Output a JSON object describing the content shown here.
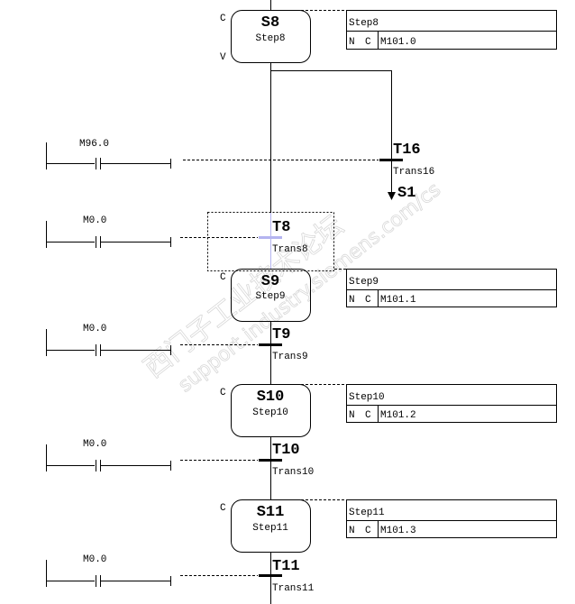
{
  "diagram": {
    "type": "sfc-graph",
    "colors": {
      "line": "#000000",
      "selected_transition": "#b4b4f0",
      "watermark": "#d8d8d8"
    },
    "steps": [
      {
        "id": "S8",
        "name": "Step8",
        "markers": [
          "C",
          "V"
        ],
        "action": {
          "name": "Step8",
          "qualifier": "N",
          "flag": "C",
          "address": "M101.0"
        }
      },
      {
        "id": "S9",
        "name": "Step9",
        "markers": [
          "C"
        ],
        "action": {
          "name": "Step9",
          "qualifier": "N",
          "flag": "C",
          "address": "M101.1"
        }
      },
      {
        "id": "S10",
        "name": "Step10",
        "markers": [
          "C"
        ],
        "action": {
          "name": "Step10",
          "qualifier": "N",
          "flag": "C",
          "address": "M101.2"
        }
      },
      {
        "id": "S11",
        "name": "Step11",
        "markers": [
          "C"
        ],
        "action": {
          "name": "Step11",
          "qualifier": "N",
          "flag": "C",
          "address": "M101.3"
        }
      }
    ],
    "transitions": [
      {
        "id": "T16",
        "name": "Trans16",
        "contact": "M96.0",
        "jump_target": "S1"
      },
      {
        "id": "T8",
        "name": "Trans8",
        "contact": "M0.0",
        "selected": true
      },
      {
        "id": "T9",
        "name": "Trans9",
        "contact": "M0.0"
      },
      {
        "id": "T10",
        "name": "Trans10",
        "contact": "M0.0"
      },
      {
        "id": "T11",
        "name": "Trans11",
        "contact": "M0.0"
      }
    ],
    "watermark": {
      "line1": "西门子工业技术论坛",
      "line2": "support.industry.siemens.com/cs"
    }
  }
}
